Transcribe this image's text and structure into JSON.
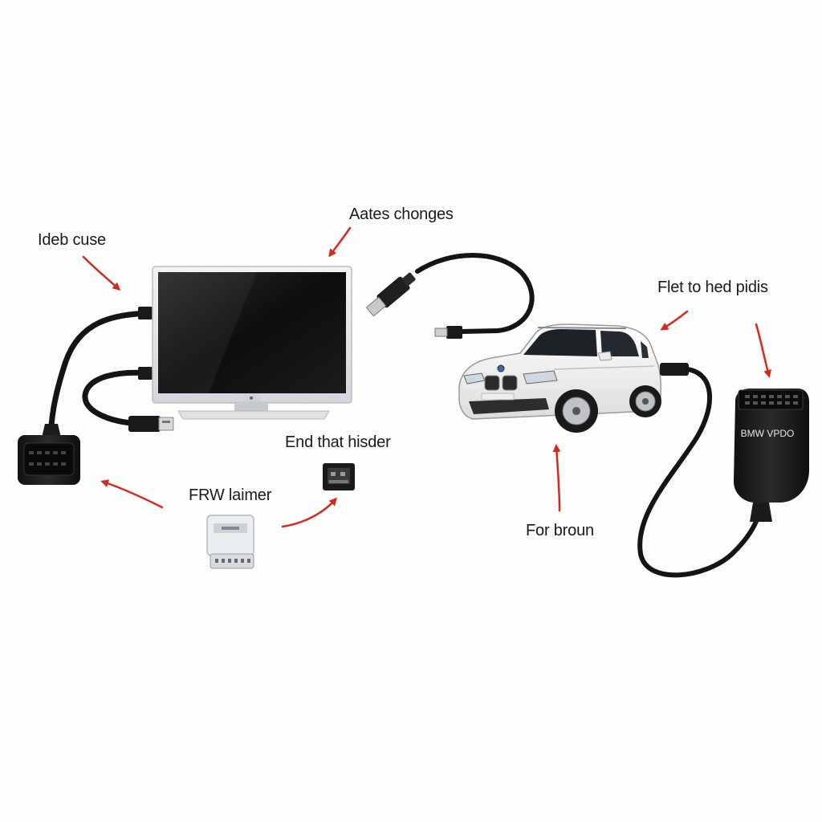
{
  "labels": {
    "ideb_cuse": "Ideb cuse",
    "aates_chonges": "Aates chonges",
    "flet_to_hed_pidis": "Flet to hed pidis",
    "end_that_hisder": "End that hisder",
    "frw_laimer": "FRW laimer",
    "for_broun": "For broun"
  },
  "adapter_text": "BMW VPDO",
  "colors": {
    "background": "#fdfdfd",
    "arrow": "#d42a1e",
    "cable": "#141414",
    "monitor_frame": "#e3e5e8",
    "car_body": "#f4f4f4"
  },
  "icons": {
    "monitor": "computer-monitor-icon",
    "car": "bmw-suv-car-icon",
    "obd_adapter": "obd-adapter-icon"
  }
}
